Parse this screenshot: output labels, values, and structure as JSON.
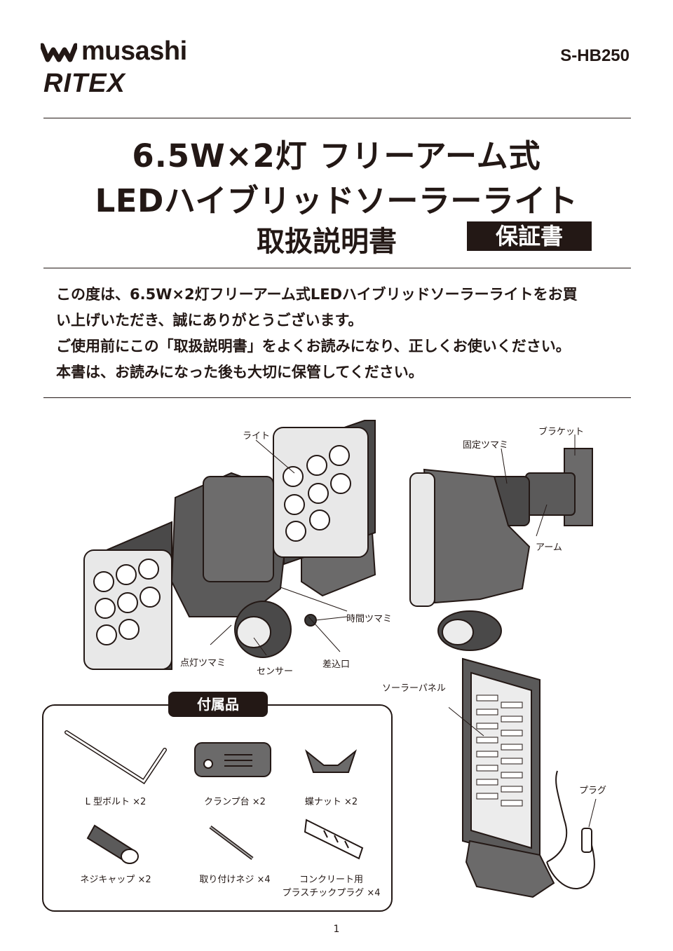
{
  "header": {
    "brand_musashi": "musashi",
    "brand_ritex": "RITEX",
    "model": "S-HB250"
  },
  "title": {
    "line1": "6.5W×2灯 フリーアーム式",
    "line2": "LEDハイブリッドソーラーライト",
    "line3": "取扱説明書",
    "warranty": "保証書"
  },
  "intro": [
    "この度は、6.5W×2灯フリーアーム式LEDハイブリッドソーラーライトをお買",
    "い上げいただき、誠にありがとうございます。",
    "ご使用前にこの「取扱説明書」をよくお読みになり、正しくお使いください。",
    "本書は、お読みになった後も大切に保管してください。"
  ],
  "parts": {
    "light": "ライト",
    "lamp_knob": "点灯ツマミ",
    "sensor": "センサー",
    "socket": "差込口",
    "time_knob": "時間ツマミ",
    "fixing_knob": "固定ツマミ",
    "bracket": "ブラケット",
    "arm": "アーム",
    "solar_panel": "ソーラーパネル",
    "plug": "プラグ"
  },
  "accessories": {
    "title": "付属品",
    "items": [
      {
        "label": "L 型ボルト ×2"
      },
      {
        "label": "クランプ台 ×2"
      },
      {
        "label": "蝶ナット ×2"
      },
      {
        "label": "ネジキャップ ×2"
      },
      {
        "label": "取り付けネジ ×4"
      },
      {
        "label": "コンクリート用"
      },
      {
        "label": "プラスチックプラグ ×4"
      }
    ]
  },
  "page_number": "1"
}
